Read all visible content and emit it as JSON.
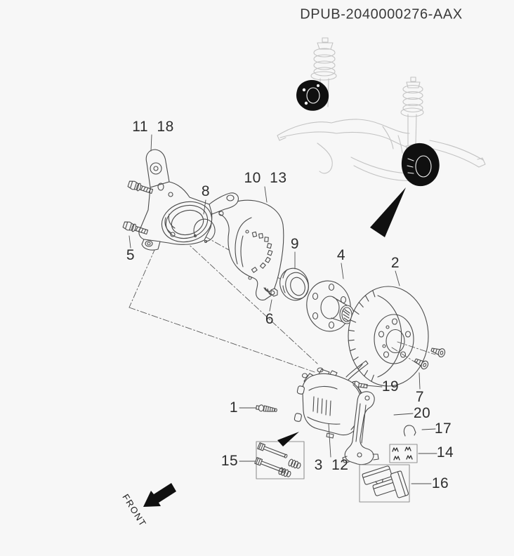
{
  "header": {
    "title": "DPUB-2040000276-AAX"
  },
  "diagram": {
    "front_label": "FRONT",
    "callouts": {
      "bleeder_screw": {
        "label": "1"
      },
      "brake_disc": {
        "label": "2"
      },
      "caliper_assembly": {
        "label": "3 12"
      },
      "hub": {
        "label": "4"
      },
      "knuckle_bolt": {
        "label": "5"
      },
      "shield_screw": {
        "label": "6"
      },
      "disc_screw": {
        "label": "7"
      },
      "snap_ring": {
        "label": "8"
      },
      "wheel_bearing": {
        "label": "9"
      },
      "splash_shield": {
        "label": "10 13"
      },
      "steering_knuckle": {
        "label": "11 18"
      },
      "clip_kit": {
        "label": "14"
      },
      "guide_pin_kit": {
        "label": "15"
      },
      "pad_kit": {
        "label": "16"
      },
      "wear_wire": {
        "label": "17"
      },
      "caliper_bolt": {
        "label": "19"
      },
      "caliper_bracket": {
        "label": "20"
      }
    }
  },
  "colors": {
    "background": "#f7f7f7",
    "line_art": "#4b4b4b",
    "label_text": "#2e2e2e",
    "subframe_line": "#c3c3c3",
    "highlight_fill": "#101010",
    "kit_box_border": "#929292"
  }
}
